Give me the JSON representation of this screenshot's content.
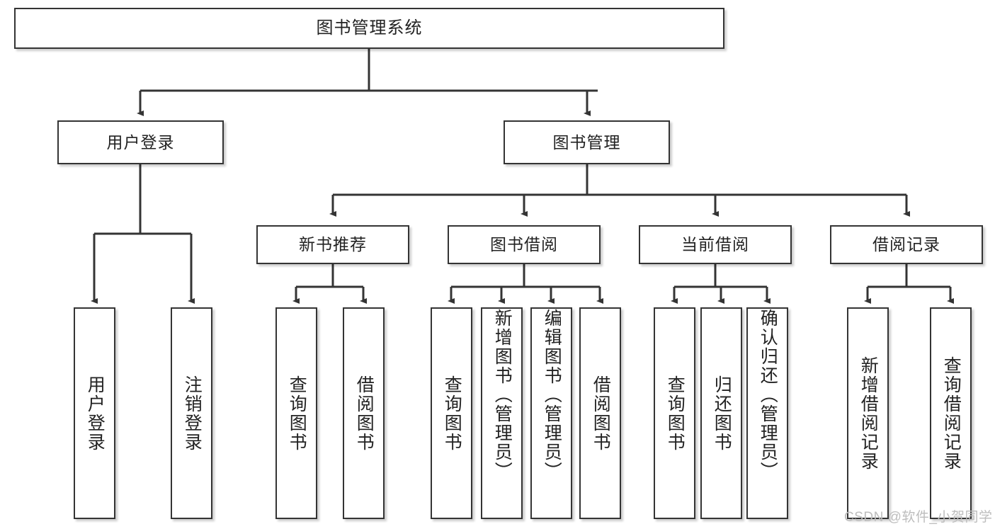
{
  "diagram": {
    "title": "图书管理系统",
    "type": "hierarchy-tree",
    "colors": {
      "box_border": "#343434",
      "box_fill": "#ffffff",
      "connector": "#343434",
      "text": "#222222",
      "watermark": "#bdbdbd"
    },
    "levels": {
      "level0": [
        {
          "id": "root",
          "label": "图书管理系统"
        }
      ],
      "level1": [
        {
          "id": "user-login",
          "label": "用户登录"
        },
        {
          "id": "book-manage",
          "label": "图书管理"
        }
      ],
      "level2": [
        {
          "id": "new-book-rec",
          "label": "新书推荐"
        },
        {
          "id": "book-borrow",
          "label": "图书借阅"
        },
        {
          "id": "current-borrow",
          "label": "当前借阅"
        },
        {
          "id": "borrow-record",
          "label": "借阅记录"
        }
      ],
      "level3": [
        {
          "id": "leaf-user-login",
          "label": "用户登录",
          "parent": "user-login"
        },
        {
          "id": "leaf-user-logout",
          "label": "注销登录",
          "parent": "user-login"
        },
        {
          "id": "leaf-query-book-1",
          "label": "查询图书",
          "parent": "new-book-rec"
        },
        {
          "id": "leaf-borrow-book-1",
          "label": "借阅图书",
          "parent": "new-book-rec"
        },
        {
          "id": "leaf-query-book-2",
          "label": "查询图书",
          "parent": "book-borrow"
        },
        {
          "id": "leaf-add-book",
          "label": "新增图书（管理员）",
          "parent": "book-borrow"
        },
        {
          "id": "leaf-edit-book",
          "label": "编辑图书（管理员）",
          "parent": "book-borrow"
        },
        {
          "id": "leaf-borrow-book-2",
          "label": "借阅图书",
          "parent": "book-borrow"
        },
        {
          "id": "leaf-query-book-3",
          "label": "查询图书",
          "parent": "current-borrow"
        },
        {
          "id": "leaf-return-book",
          "label": "归还图书",
          "parent": "current-borrow"
        },
        {
          "id": "leaf-confirm-return",
          "label": "确认归还（管理员）",
          "parent": "current-borrow"
        },
        {
          "id": "leaf-add-record",
          "label": "新增借阅记录",
          "parent": "borrow-record"
        },
        {
          "id": "leaf-query-record",
          "label": "查询借阅记录",
          "parent": "borrow-record"
        }
      ]
    }
  },
  "watermark": {
    "text": "CSDN @软件_小贺同学"
  }
}
